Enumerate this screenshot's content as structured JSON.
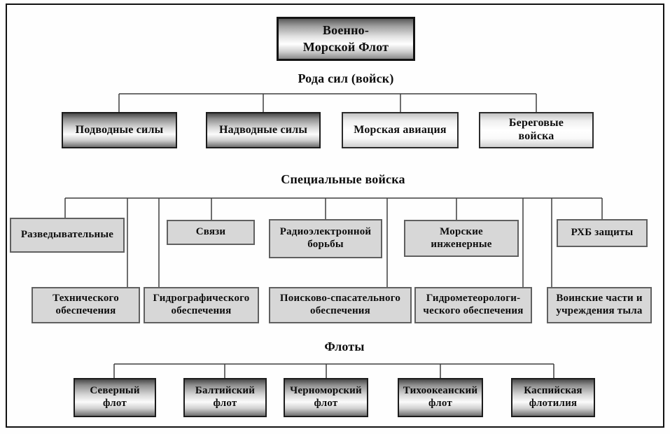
{
  "root": {
    "label": "Военно-\nМорской Флот"
  },
  "sections": {
    "branches": {
      "heading": "Рода сил (войск)",
      "nodes": [
        {
          "label": "Подводные силы"
        },
        {
          "label": "Надводные силы"
        },
        {
          "label": "Морская авиация"
        },
        {
          "label": "Береговые\nвойска"
        }
      ]
    },
    "special": {
      "heading": "Специальные войска",
      "row1": [
        {
          "label": "Разведывательные"
        },
        {
          "label": "Связи"
        },
        {
          "label": "Радиоэлектронной\nборьбы"
        },
        {
          "label": "Морские\nинженерные"
        },
        {
          "label": "РХБ защиты"
        }
      ],
      "row2": [
        {
          "label": "Технического\nобеспечения"
        },
        {
          "label": "Гидрографического\nобеспечения"
        },
        {
          "label": "Поисково-спасательного\nобеспечения"
        },
        {
          "label": "Гидрометеорологи-\nческого обеспечения"
        },
        {
          "label": "Воинские части и\nучреждения тыла"
        }
      ]
    },
    "fleets": {
      "heading": "Флоты",
      "nodes": [
        {
          "label": "Северный\nфлот"
        },
        {
          "label": "Балтийский\nфлот"
        },
        {
          "label": "Черноморский\nфлот"
        },
        {
          "label": "Тихоокеанский\nфлот"
        },
        {
          "label": "Каспийская\nфлотилия"
        }
      ]
    }
  },
  "colors": {
    "line": "#3f3f3f",
    "flat_box_fill": "#d7d7d7",
    "border_dark": "#1c1c1c",
    "text": "#0d0d0d"
  }
}
